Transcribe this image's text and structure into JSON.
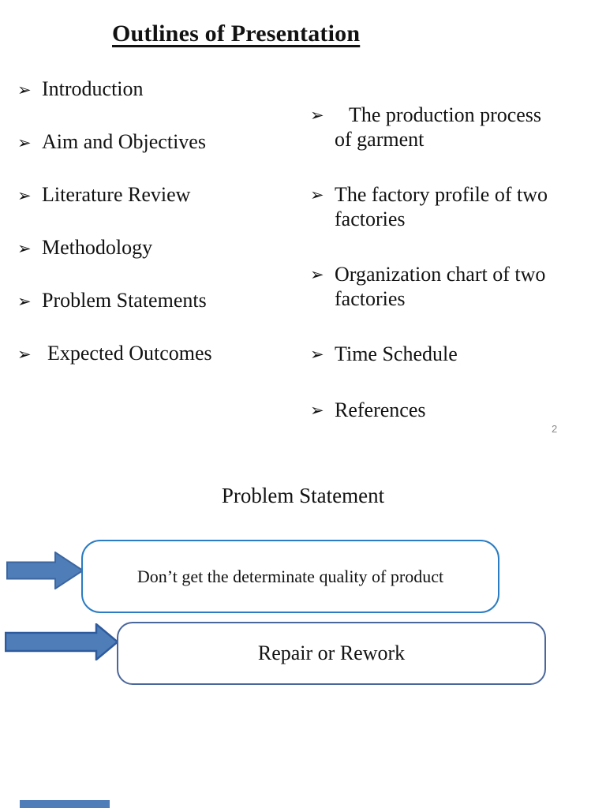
{
  "outline_slide": {
    "title": "Outlines of Presentation",
    "bullet_glyph": "➢",
    "left_items": [
      "Introduction",
      "Aim and Objectives",
      "Literature Review",
      "Methodology",
      "Problem Statements",
      "Expected Outcomes"
    ],
    "right_items": [
      [
        "The production process",
        "of garment"
      ],
      [
        "The factory profile of two",
        "factories"
      ],
      [
        "Organization chart of two",
        "factories"
      ],
      [
        "Time Schedule",
        ""
      ],
      [
        "References",
        ""
      ]
    ],
    "page_number": "2"
  },
  "problem_slide": {
    "title": "Problem Statement",
    "cause_box_text": "Don’t get the determinate quality of product",
    "effect_box_text": "Repair or Rework"
  },
  "colors": {
    "cause_box_border": "#2a7cc3",
    "effect_box_border": "#4a679b",
    "arrow_fill": "#4e7db8",
    "arrow1_stroke": "#3c66a0",
    "arrow2_stroke": "#2e5b9e",
    "page_number_gray": "#8a8a8a"
  }
}
